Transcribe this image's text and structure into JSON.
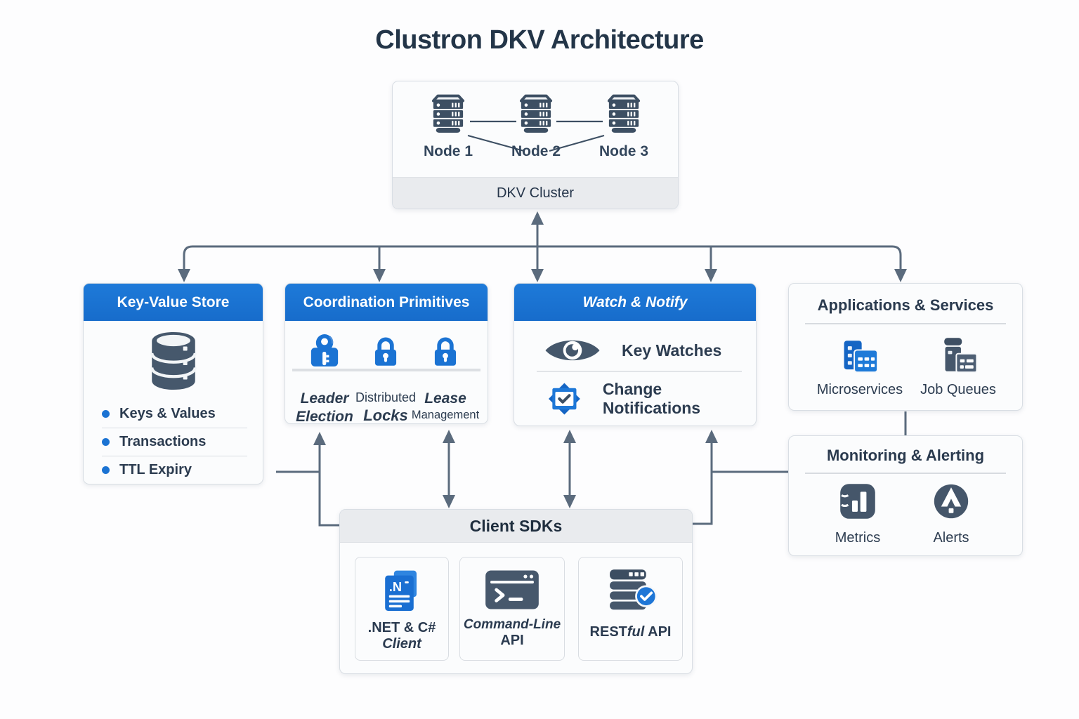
{
  "title": "Clustron DKV Architecture",
  "cluster": {
    "label": "DKV Cluster",
    "nodes": [
      {
        "label": "Node 1"
      },
      {
        "label": "Node 2"
      },
      {
        "label": "Node 3"
      }
    ]
  },
  "kv": {
    "title": "Key-Value Store",
    "icon": "database-icon",
    "items": [
      {
        "label": "Keys & Values"
      },
      {
        "label": "Transactions"
      },
      {
        "label": "TTL Expiry"
      }
    ]
  },
  "coord": {
    "title": "Coordination Primitives",
    "items": [
      {
        "icon": "key-icon",
        "line1": "Leader",
        "line2": "Election"
      },
      {
        "icon": "padlock-icon",
        "line1": "Distributed",
        "line2": "Locks"
      },
      {
        "icon": "padlock-icon",
        "line1": "Lease",
        "line2": "Management"
      }
    ]
  },
  "watch": {
    "title": "Watch & Notify",
    "items": [
      {
        "icon": "eye-icon",
        "label": "Key Watches"
      },
      {
        "icon": "notification-badge-icon",
        "label": "Change Notifications"
      }
    ]
  },
  "apps": {
    "title": "Applications & Services",
    "items": [
      {
        "icon": "microservices-icon",
        "label": "Microservices"
      },
      {
        "icon": "job-queues-icon",
        "label": "Job Queues"
      }
    ]
  },
  "monitoring": {
    "title": "Monitoring & Alerting",
    "items": [
      {
        "icon": "metrics-icon",
        "label": "Metrics"
      },
      {
        "icon": "alerts-icon",
        "label": "Alerts"
      }
    ]
  },
  "sdks": {
    "title": "Client SDKs",
    "cards": [
      {
        "icon": "dotnet-doc-icon",
        "line1": ".NET & C#",
        "line2": "Client"
      },
      {
        "icon": "terminal-icon",
        "line1": "Command-Line",
        "line2": "API"
      },
      {
        "icon": "rest-database-icon",
        "part1": "REST",
        "part2": "ful",
        "part3": " API"
      }
    ]
  },
  "colors": {
    "accent_blue": "#1b73d3",
    "icon_slate": "#44556a",
    "connector_gray": "#5b6b7d",
    "text_dark": "#24354a"
  }
}
